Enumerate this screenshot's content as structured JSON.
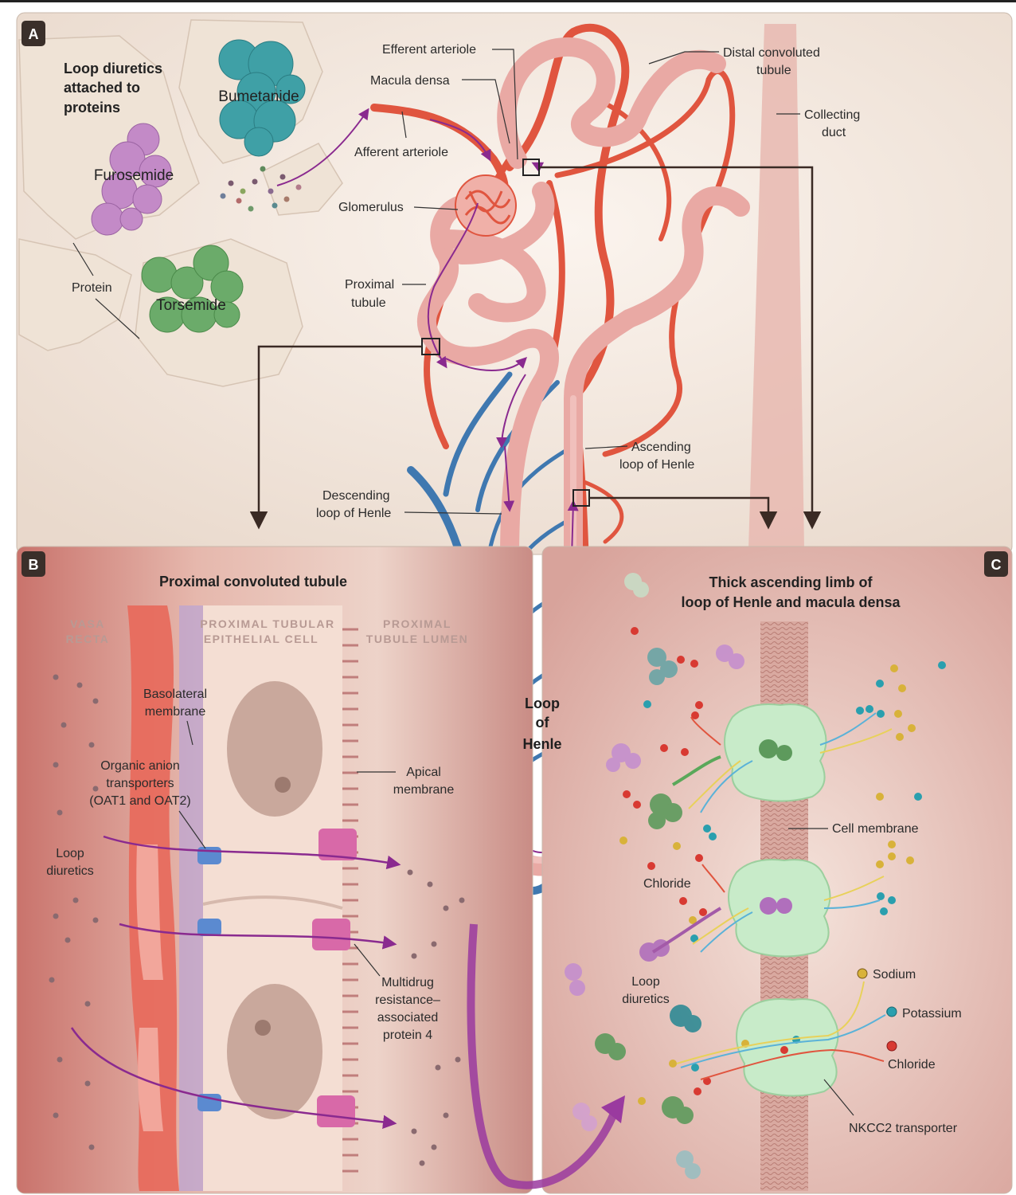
{
  "panel_letters": {
    "a": "A",
    "b": "B",
    "c": "C"
  },
  "panel_a": {
    "heading": [
      "Loop diuretics",
      "attached to",
      "proteins"
    ],
    "molecules": {
      "bumetanide": "Bumetanide",
      "furosemide": "Furosemide",
      "torsemide": "Torsemide"
    },
    "protein": "Protein"
  },
  "nephron": {
    "efferent_arteriole": "Efferent arteriole",
    "macula_densa": "Macula densa",
    "afferent_arteriole": "Afferent arteriole",
    "glomerulus": "Glomerulus",
    "proximal_tubule": [
      "Proximal",
      "tubule"
    ],
    "distal_convoluted_tubule": [
      "Distal convoluted",
      "tubule"
    ],
    "collecting_duct": [
      "Collecting",
      "duct"
    ],
    "ascending_loop": [
      "Ascending",
      "loop of Henle"
    ],
    "descending_loop": [
      "Descending",
      "loop of Henle"
    ],
    "loop_of_henle": [
      "Loop",
      "of",
      "Henle"
    ]
  },
  "panel_b": {
    "title": "Proximal convoluted tubule",
    "regions": {
      "vasa_recta": [
        "VASA",
        "RECTA"
      ],
      "epithelial": [
        "PROXIMAL TUBULAR",
        "EPITHELIAL CELL"
      ],
      "lumen": [
        "PROXIMAL",
        "TUBULE LUMEN"
      ]
    },
    "basolateral_membrane": [
      "Basolateral",
      "membrane"
    ],
    "organic_anion_transporters": [
      "Organic anion",
      "transporters",
      "(OAT1 and OAT2)"
    ],
    "apical_membrane": [
      "Apical",
      "membrane"
    ],
    "loop_diuretics": [
      "Loop",
      "diuretics"
    ],
    "mrp4": [
      "Multidrug",
      "resistance–",
      "associated",
      "protein 4"
    ]
  },
  "panel_c": {
    "title": [
      "Thick ascending limb of",
      "loop of Henle and macula densa"
    ],
    "cell_membrane": "Cell membrane",
    "chloride_mid": "Chloride",
    "loop_diuretics": [
      "Loop",
      "diuretics"
    ],
    "legend": {
      "sodium": "Sodium",
      "potassium": "Potassium",
      "chloride": "Chloride"
    },
    "nkcc2": "NKCC2 transporter"
  },
  "colors": {
    "artery": "#e0553f",
    "vein": "#3f78b0",
    "tubule": "#e9a9a4",
    "arrow": "#8a2a8f",
    "sodium": "#d8b23a",
    "potassium": "#2a9fae",
    "chloride": "#d83a32"
  }
}
